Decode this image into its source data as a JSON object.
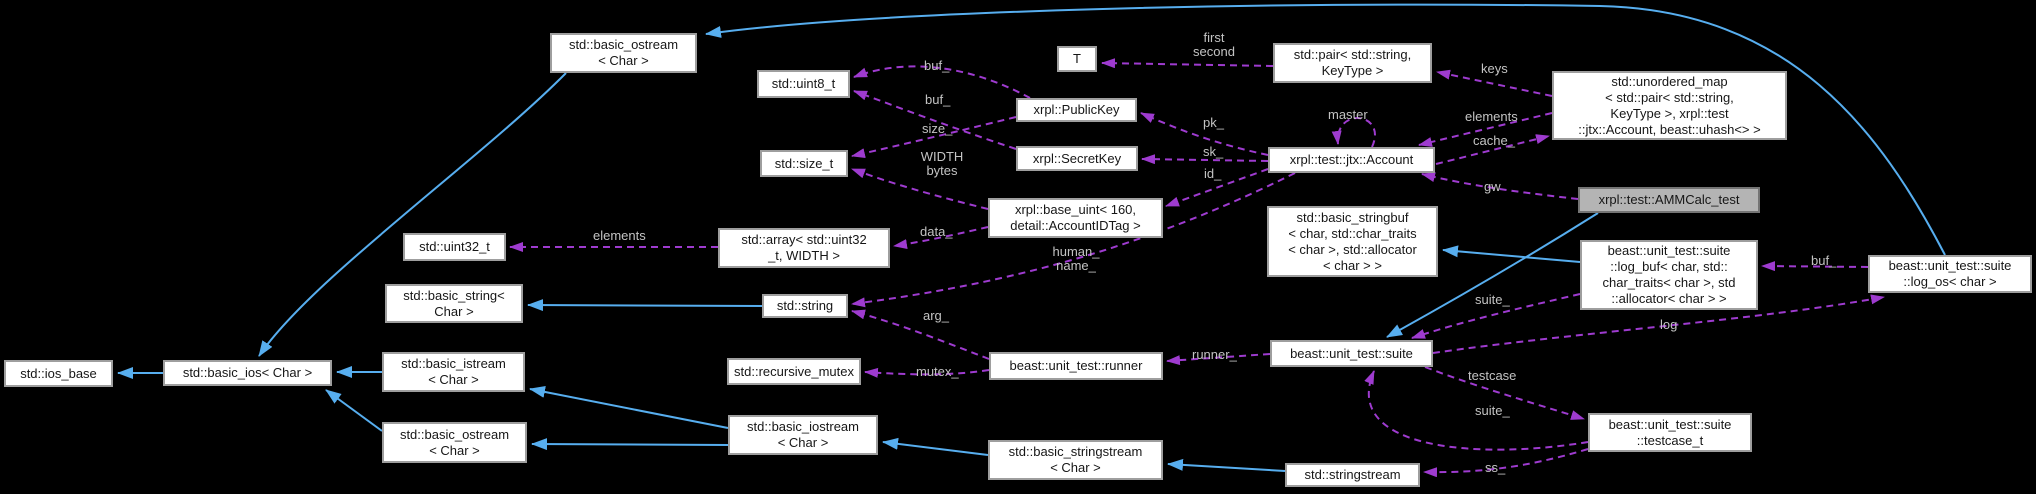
{
  "diagram": {
    "type": "doxygen-collaboration-graph",
    "colors": {
      "background": "#000000",
      "inheritance_edge": "#57aeef",
      "member_edge": "#9e3bcf",
      "node_bg": "#ffffff",
      "node_border": "#9e9e9e",
      "selected_node_bg": "#b4b4b4",
      "edge_label_text": "#c3c3c3"
    },
    "nodes": {
      "ostream_top": {
        "label": "std::basic_ostream\n< Char >"
      },
      "uint8": {
        "label": "std::uint8_t"
      },
      "size_t": {
        "label": "std::size_t"
      },
      "t": {
        "label": "T"
      },
      "pair": {
        "label": "std::pair< std::string,\nKeyType >"
      },
      "publickey": {
        "label": "xrpl::PublicKey"
      },
      "secretkey": {
        "label": "xrpl::SecretKey"
      },
      "account": {
        "label": "xrpl::test::jtx::Account"
      },
      "unordered_map": {
        "label": "std::unordered_map\n< std::pair< std::string,\nKeyType >, xrpl::test\n::jtx::Account, beast::uhash<> >"
      },
      "ammcalc": {
        "label": "xrpl::test::AMMCalc_test"
      },
      "base_uint": {
        "label": "xrpl::base_uint< 160,\ndetail::AccountIDTag >"
      },
      "stringbuf": {
        "label": "std::basic_stringbuf\n< char, std::char_traits\n< char >, std::allocator\n< char > >"
      },
      "array": {
        "label": "std::array< std::uint32\n_t, WIDTH >"
      },
      "uint32": {
        "label": "std::uint32_t"
      },
      "string": {
        "label": "std::string"
      },
      "basic_string": {
        "label": "std::basic_string<\nChar >"
      },
      "log_buf": {
        "label": "beast::unit_test::suite\n::log_buf< char, std::\nchar_traits< char >, std\n::allocator< char > >"
      },
      "log_os": {
        "label": "beast::unit_test::suite\n::log_os< char >"
      },
      "runner": {
        "label": "beast::unit_test::runner"
      },
      "suite": {
        "label": "beast::unit_test::suite"
      },
      "recursive_mutex": {
        "label": "std::recursive_mutex"
      },
      "ios_base": {
        "label": "std::ios_base"
      },
      "basic_ios": {
        "label": "std::basic_ios< Char >"
      },
      "istream": {
        "label": "std::basic_istream\n< Char >"
      },
      "ostream_bottom": {
        "label": "std::basic_ostream\n< Char >"
      },
      "iostream": {
        "label": "std::basic_iostream\n< Char >"
      },
      "basic_stringstream": {
        "label": "std::basic_stringstream\n< Char >"
      },
      "stringstream": {
        "label": "std::stringstream"
      },
      "testcase_t": {
        "label": "beast::unit_test::suite\n::testcase_t"
      }
    },
    "edge_labels": {
      "first_second": "first\nsecond",
      "keys": "keys",
      "elements_map": "elements",
      "cache": "cache_",
      "master": "master",
      "pk": "pk_",
      "sk": "sk_",
      "id": "id_",
      "gw": "gw",
      "buf_pk": "buf_",
      "buf_sk": "buf_",
      "size": "size_",
      "width_bytes": "WIDTH\nbytes",
      "data": "data_",
      "human_name": "human_\nname_",
      "elements_array": "elements",
      "arg": "arg_",
      "mutex": "mutex_",
      "runner": "runner_",
      "suite_upper": "suite_",
      "log": "log",
      "buf_os": "buf_",
      "testcase": "testcase",
      "suite_lower": "suite_",
      "ss": "ss_"
    }
  }
}
